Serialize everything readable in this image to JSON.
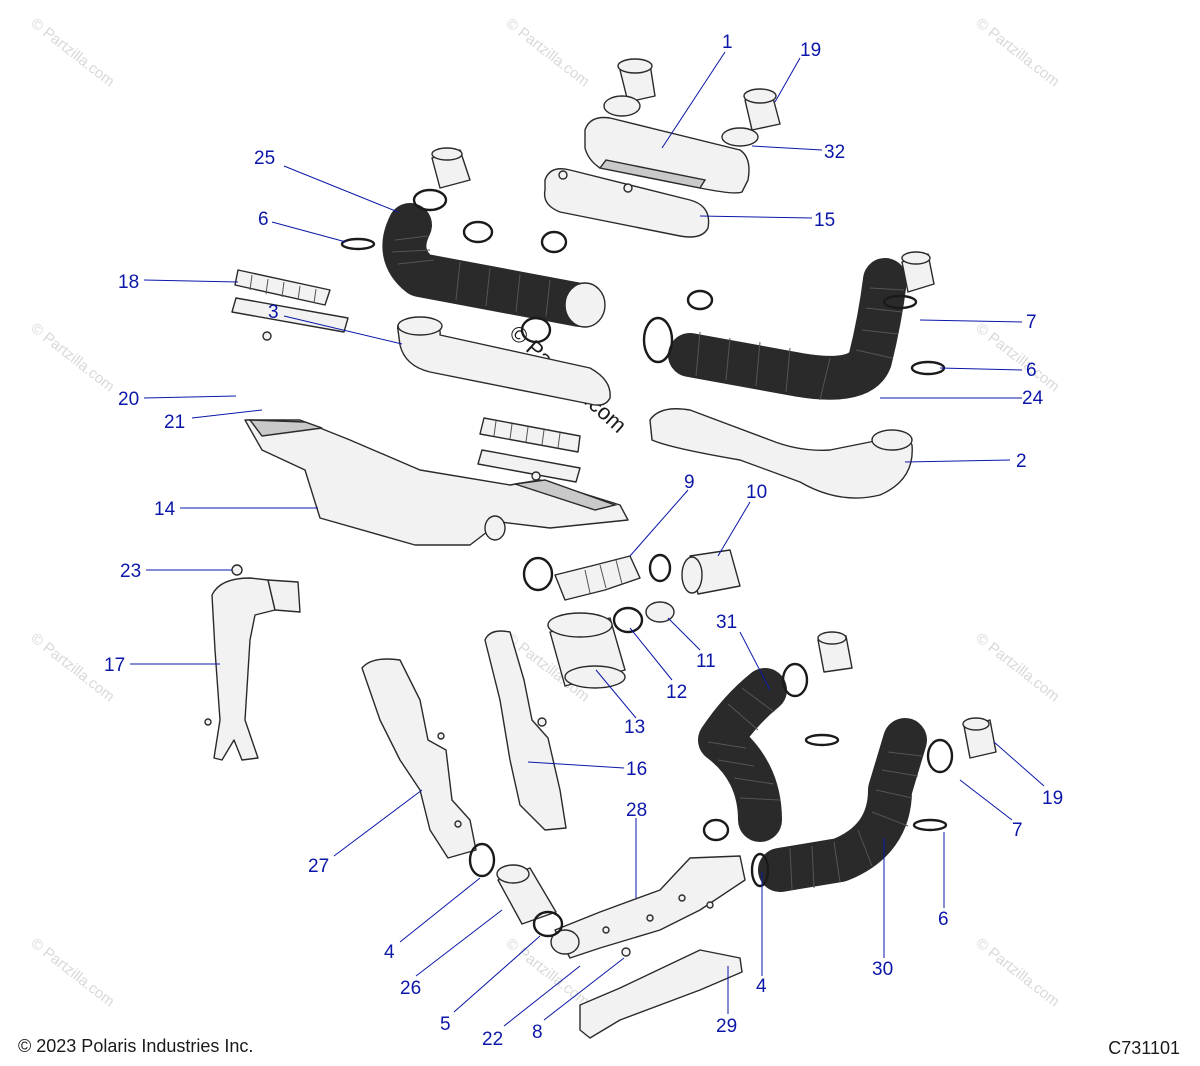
{
  "footer": {
    "copyright": "© 2023 Polaris Industries Inc.",
    "drawing_number": "C731101"
  },
  "watermark": {
    "text": "© Partzilla.com",
    "center_text": "© Partzilla.com"
  },
  "callouts": [
    {
      "id": "c1",
      "number": "1"
    },
    {
      "id": "c19a",
      "number": "19"
    },
    {
      "id": "c32",
      "number": "32"
    },
    {
      "id": "c25",
      "number": "25"
    },
    {
      "id": "c6a",
      "number": "6"
    },
    {
      "id": "c15",
      "number": "15"
    },
    {
      "id": "c3",
      "number": "3"
    },
    {
      "id": "c7a",
      "number": "7"
    },
    {
      "id": "c6b",
      "number": "6"
    },
    {
      "id": "c18",
      "number": "18"
    },
    {
      "id": "c24",
      "number": "24"
    },
    {
      "id": "c20",
      "number": "20"
    },
    {
      "id": "c21",
      "number": "21"
    },
    {
      "id": "c2",
      "number": "2"
    },
    {
      "id": "c9",
      "number": "9"
    },
    {
      "id": "c10",
      "number": "10"
    },
    {
      "id": "c14",
      "number": "14"
    },
    {
      "id": "c23",
      "number": "23"
    },
    {
      "id": "c31",
      "number": "31"
    },
    {
      "id": "c11",
      "number": "11"
    },
    {
      "id": "c17",
      "number": "17"
    },
    {
      "id": "c12",
      "number": "12"
    },
    {
      "id": "c13",
      "number": "13"
    },
    {
      "id": "c16",
      "number": "16"
    },
    {
      "id": "c19b",
      "number": "19"
    },
    {
      "id": "c28",
      "number": "28"
    },
    {
      "id": "c7b",
      "number": "7"
    },
    {
      "id": "c27",
      "number": "27"
    },
    {
      "id": "c6c",
      "number": "6"
    },
    {
      "id": "c4a",
      "number": "4"
    },
    {
      "id": "c30",
      "number": "30"
    },
    {
      "id": "c26",
      "number": "26"
    },
    {
      "id": "c4b",
      "number": "4"
    },
    {
      "id": "c5",
      "number": "5"
    },
    {
      "id": "c22",
      "number": "22"
    },
    {
      "id": "c8",
      "number": "8"
    },
    {
      "id": "c29",
      "number": "29"
    }
  ]
}
